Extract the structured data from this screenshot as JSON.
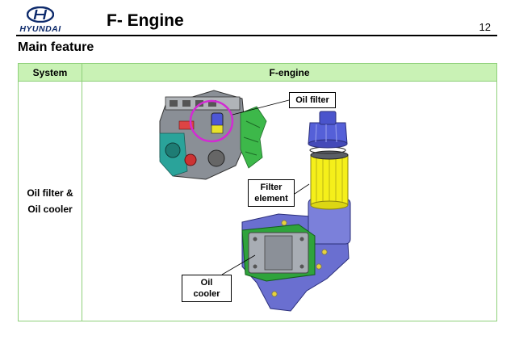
{
  "header": {
    "brand": "HYUNDAI",
    "title": "F- Engine",
    "page_number": "12"
  },
  "section": {
    "title": "Main feature"
  },
  "table": {
    "headers": [
      "System",
      "F-engine"
    ],
    "system_lines": [
      "Oil filter &",
      "Oil cooler"
    ]
  },
  "callouts": {
    "oil_filter": "Oil filter",
    "filter_element_lines": [
      "Filter",
      "element"
    ],
    "oil_cooler_lines": [
      "Oil",
      "cooler"
    ]
  },
  "colors": {
    "brand": "#0d2a6b",
    "table_header": "#c9f2b5",
    "table_border": "#8fd07a",
    "filter_cap": "#5560d8",
    "filter_element": "#f5ef1a",
    "housing": "#6a6fd0",
    "cooler_gasket": "#2fa33c"
  }
}
